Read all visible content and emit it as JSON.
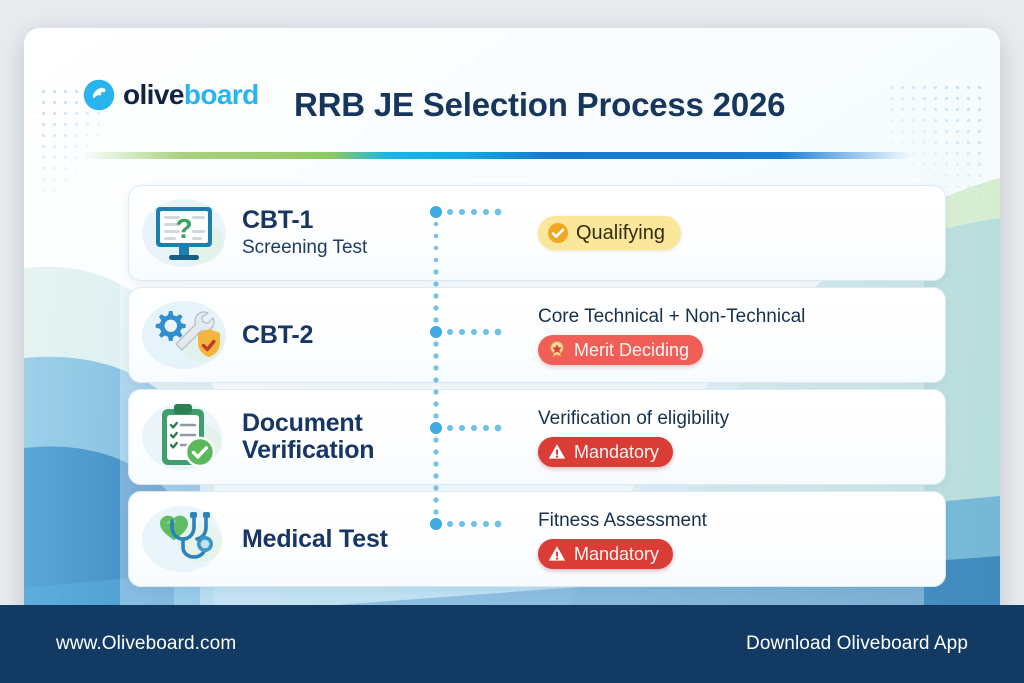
{
  "brand": {
    "name_part1": "olive",
    "name_part2": "board",
    "logo_icon": "oliveboard-droplet-logo"
  },
  "header": {
    "title": "RRB JE Selection Process 2026"
  },
  "steps": [
    {
      "icon": "monitor-question-mark-icon",
      "title": "CBT-1",
      "subtitle": "Screening Test",
      "detail": "",
      "badge": {
        "label": "Qualifying",
        "icon": "check-circle-icon",
        "style": "qualifying",
        "bg_color": "#FBE79B",
        "text_color": "#342C10"
      }
    },
    {
      "icon": "gear-wrench-shield-icon",
      "title": "CBT-2",
      "subtitle": "",
      "detail": "Core Technical + Non-Technical",
      "badge": {
        "label": "Merit Deciding",
        "icon": "award-badge-icon",
        "style": "merit",
        "bg_color": "#EF5F57",
        "text_color": "#FFF6F3"
      }
    },
    {
      "icon": "clipboard-check-icon",
      "title": "Document",
      "subtitle": "Verification",
      "detail": "Verification of eligibility",
      "badge": {
        "label": "Mandatory",
        "icon": "warning-triangle-icon",
        "style": "mandatory",
        "bg_color": "#DA3C36",
        "text_color": "#FFF4F2"
      }
    },
    {
      "icon": "heart-stethoscope-icon",
      "title": "Medical Test",
      "subtitle": "",
      "detail": "Fitness Assessment",
      "badge": {
        "label": "Mandatory",
        "icon": "warning-triangle-icon",
        "style": "mandatory",
        "bg_color": "#DA3C36",
        "text_color": "#FFF4F2"
      }
    }
  ],
  "footer": {
    "website": "www.Oliveboard.com",
    "cta": "Download Oliveboard App"
  },
  "theme": {
    "title_color": "#17365D",
    "footer_bg": "#123A63",
    "accent_cyan": "#2AB4EF",
    "accent_blue": "#1A7ED4",
    "accent_green": "#8EC95F",
    "connector_dot": "#47AEE8"
  }
}
